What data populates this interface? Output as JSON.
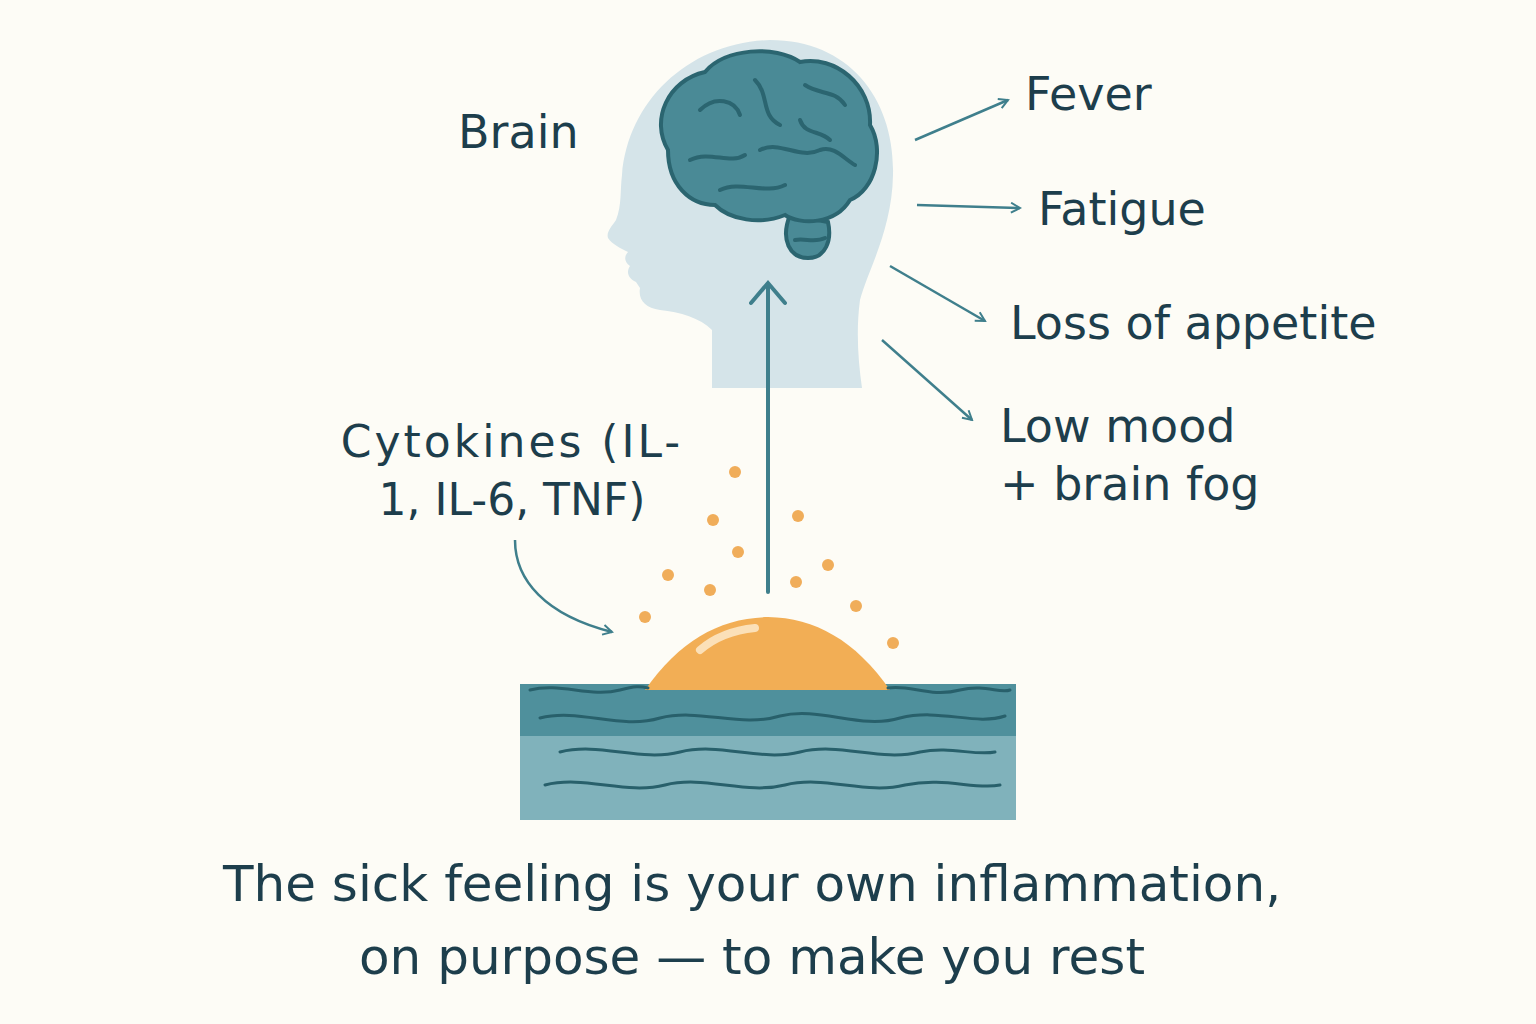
{
  "diagram": {
    "caption": "The sick feeling is your own inflammation, on purpose — to make you rest",
    "nodes": [
      {
        "text": [
          "Brain"
        ]
      }
    ],
    "labels": [
      "Fever",
      "Fatigue",
      "Loss of appetite",
      "Low mood + brain fog",
      "Cytokines (IL-1, IL-6, TNF)"
    ]
  }
}
